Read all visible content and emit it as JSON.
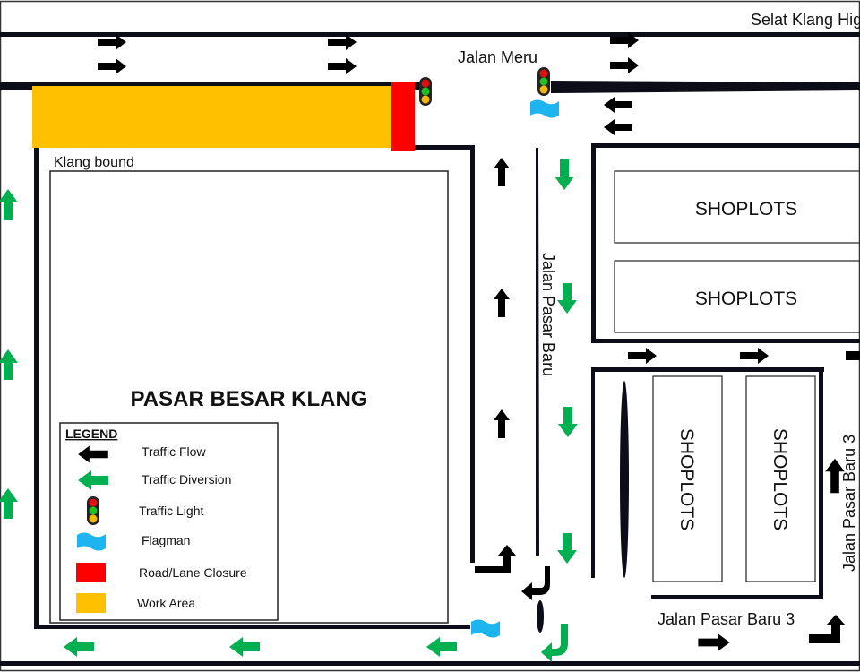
{
  "roads": {
    "highway": "Selat Klang Hig",
    "jalan_meru": "Jalan Meru",
    "jalan_pasar_baru": "Jalan Pasar Baru",
    "jalan_pasar_baru_3_h": "Jalan Pasar Baru 3",
    "jalan_pasar_baru_3_v": "Jalan Pasar Baru 3"
  },
  "areas": {
    "klang_bound": "Klang bound",
    "pasar_besar": "PASAR BESAR KLANG",
    "shoplots": [
      "SHOPLOTS",
      "SHOPLOTS",
      "SHOPLOTS",
      "SHOPLOTS"
    ]
  },
  "legend": {
    "title": "LEGEND",
    "items": [
      {
        "label": "Traffic Flow",
        "icon": "black-arrow-icon"
      },
      {
        "label": "Traffic Diversion",
        "icon": "green-arrow-icon"
      },
      {
        "label": "Traffic Light",
        "icon": "traffic-light-icon"
      },
      {
        "label": "Flagman",
        "icon": "flag-icon"
      },
      {
        "label": "Road/Lane Closure",
        "icon": "red-square-icon"
      },
      {
        "label": "Work Area",
        "icon": "orange-square-icon"
      }
    ]
  },
  "colors": {
    "work_area": "#FFC000",
    "closure": "#FF0000",
    "diversion": "#00B050",
    "flagman": "#1EB4F0",
    "road": "#0d0d1a"
  }
}
